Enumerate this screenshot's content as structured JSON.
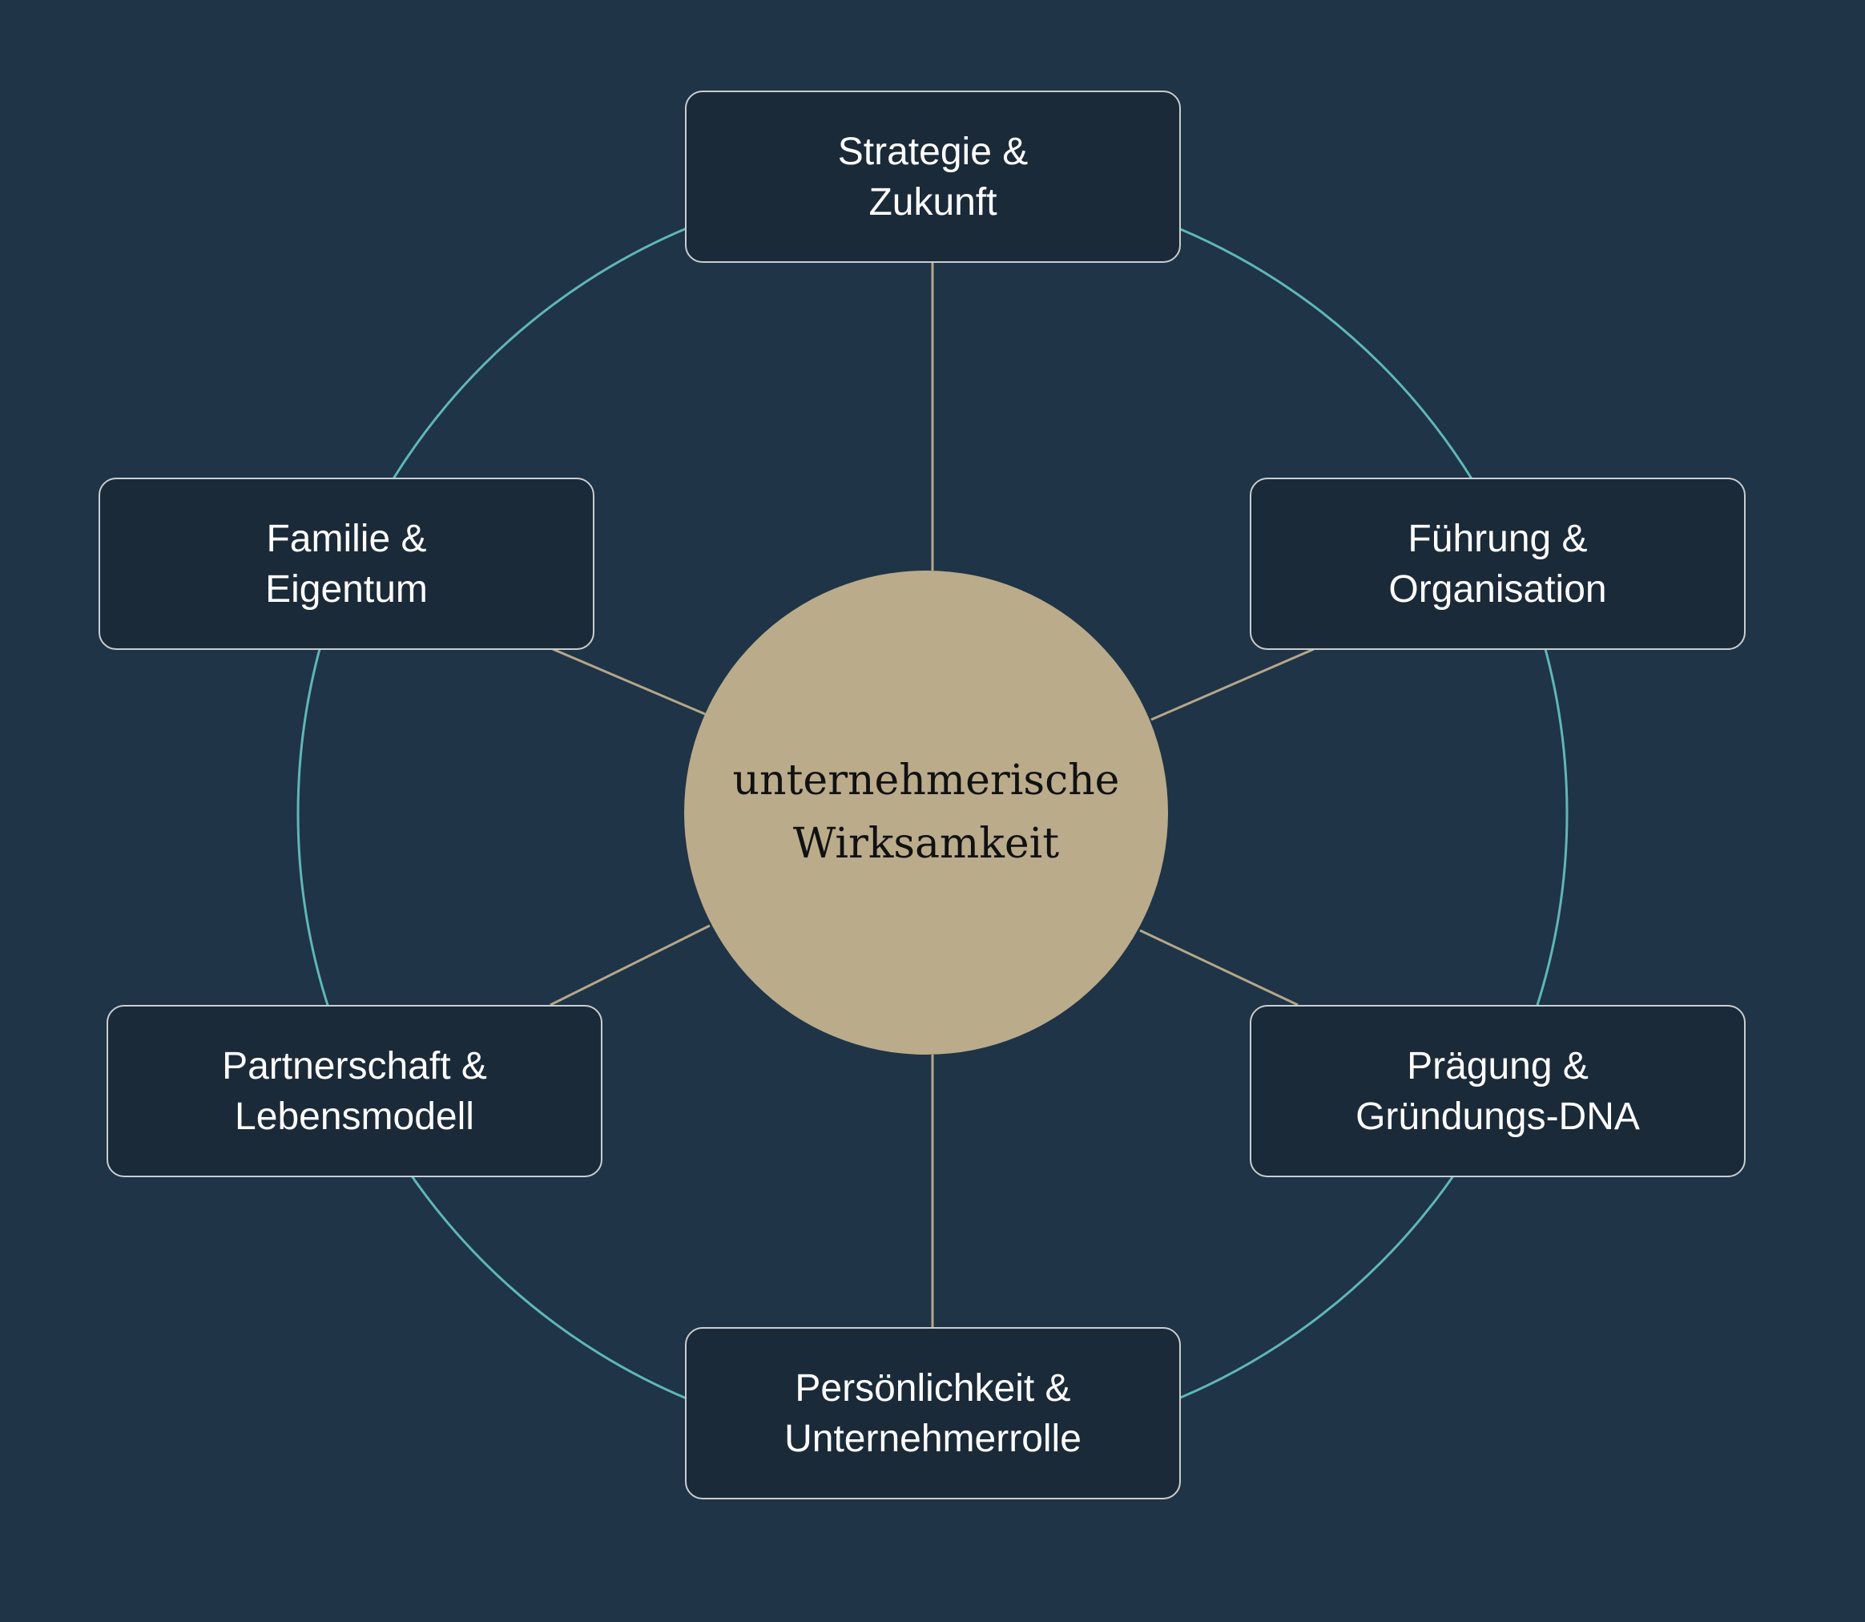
{
  "diagram": {
    "colors": {
      "background": "#1f3446",
      "box_fill": "#1b2a38",
      "box_border": "#c9cdd1",
      "ring": "#5fb7b7",
      "spoke": "#b5a78b",
      "center_fill": "#baab8b",
      "center_text": "#111111",
      "box_text": "#ffffff"
    },
    "center": {
      "label": "unternehmerische\nWirksamkeit"
    },
    "nodes": [
      {
        "id": "strategie",
        "label": "Strategie &\nZukunft"
      },
      {
        "id": "fuehrung",
        "label": "Führung &\nOrganisation"
      },
      {
        "id": "praegung",
        "label": "Prägung &\nGründungs-DNA"
      },
      {
        "id": "persoenlichkeit",
        "label": "Persönlichkeit &\nUnternehmerrolle"
      },
      {
        "id": "partnerschaft",
        "label": "Partnerschaft &\nLebensmodell"
      },
      {
        "id": "familie",
        "label": "Familie &\nEigentum"
      }
    ]
  }
}
